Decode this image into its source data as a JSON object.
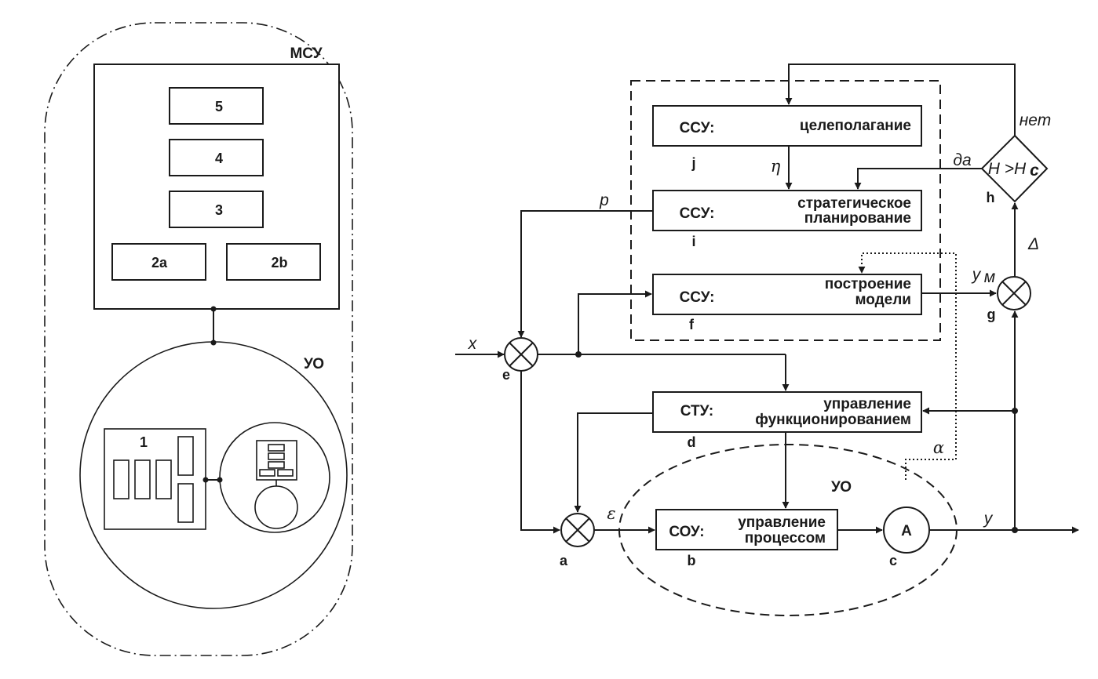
{
  "left_diagram": {
    "outer_label": "МСУ",
    "msu_blocks": [
      "5",
      "4",
      "3",
      "2a",
      "2b"
    ],
    "uo_label": "УО",
    "inner_block_label": "1"
  },
  "right_diagram": {
    "blocks": {
      "j": {
        "prefix": "ССУ:",
        "line1": "целеполагание",
        "line2": "",
        "tag": "j"
      },
      "i": {
        "prefix": "ССУ:",
        "line1": "стратегическое",
        "line2": "планирование",
        "tag": "i"
      },
      "f": {
        "prefix": "ССУ:",
        "line1": "построение",
        "line2": "модели",
        "tag": "f"
      },
      "d": {
        "prefix": "СТУ:",
        "line1": "управление",
        "line2": "функционированием",
        "tag": "d"
      },
      "b": {
        "prefix": "СОУ:",
        "line1": "управление",
        "line2": "процессом",
        "tag": "b"
      }
    },
    "actuator": {
      "label": "A",
      "tag": "c"
    },
    "decision": {
      "label_main": "H >H",
      "label_sub": "c",
      "tag": "h",
      "yes": "да",
      "no": "нет"
    },
    "summers": {
      "e": "e",
      "a": "a",
      "g": "g"
    },
    "signals": {
      "x": "x",
      "p": "p",
      "eta": "η",
      "epsilon": "ε",
      "y": "y",
      "y_m": "y",
      "y_m_sub": "м",
      "delta": "Δ",
      "alpha": "α"
    },
    "uo_label": "УО"
  }
}
